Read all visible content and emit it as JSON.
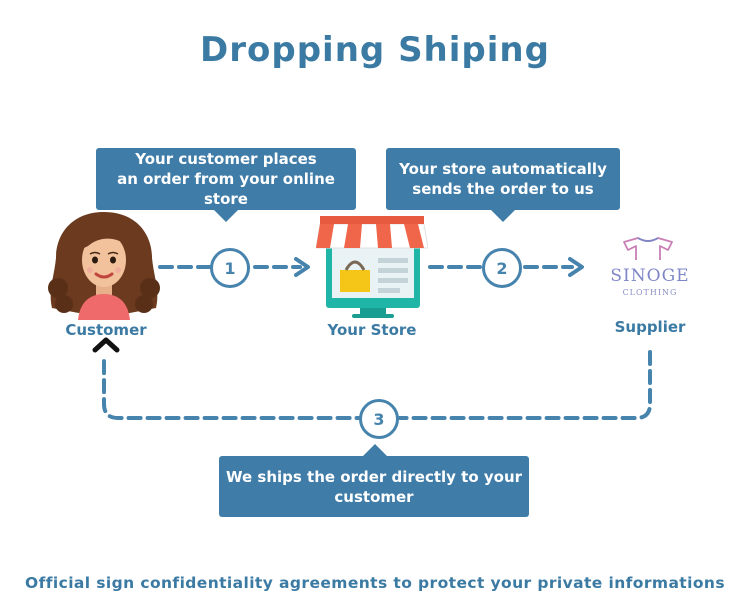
{
  "title": "Dropping Shiping",
  "bubbles": {
    "step1": "Your customer places\nan order from your online store",
    "step2": "Your store automatically\nsends the order to us",
    "step3": "We ships the order directly to your\ncustomer"
  },
  "nodes": {
    "customer": "Customer",
    "store": "Your Store",
    "supplier": "Supplier"
  },
  "steps": [
    "1",
    "2",
    "3"
  ],
  "logo": {
    "name": "SINOGE",
    "sub": "CLOTHING"
  },
  "footer": "Official sign confidentiality agreements to protect your private informations",
  "colors": {
    "primary": "#3f7ca8",
    "text": "#3b7aa3",
    "awning_red": "#f0664a",
    "box_yellow": "#f5c518"
  }
}
